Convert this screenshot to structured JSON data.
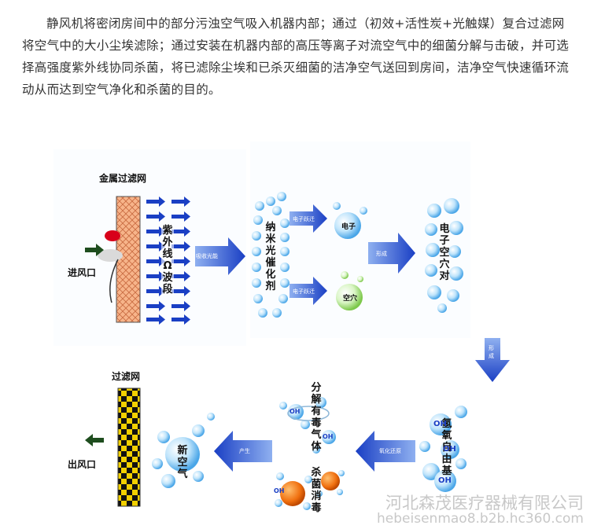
{
  "intro_text": "静风机将密闭房间中的部分污浊空气吸入机器内部；通过（初效+活性炭+光触媒）复合过滤网将空气中的大小尘埃滤除；通过安装在机器内部的高压等离子对流空气中的细菌分解与击破，并可选择高强度紫外线协同杀菌，将已滤除尘埃和已杀灭细菌的洁净空气送回到房间，洁净空气快速循环流动从而达到空气净化和杀菌的目的。",
  "diagram": {
    "metal_filter_label": "金属过滤网",
    "inlet_label": "进风口",
    "uv_label": "紫外线Ω波段",
    "absorb_light_label": "吸收光能",
    "nano_catalyst_label": "纳米光催化剂",
    "electron_jump_label_1": "电子跃迁",
    "electron_jump_label_2": "电子跃迁",
    "electron_label": "电子",
    "hole_label": "空穴",
    "form_label_1": "形成",
    "electron_hole_pair_label": "电子空穴对",
    "form_label_2": "形成",
    "hydroxyl_radical_label": "氢氧自由基",
    "oh_label": "OH",
    "redox_label": "氧化还原",
    "decompose_label": "分解有毒气体",
    "sterilize_label": "杀菌消毒",
    "produce_label": "产生",
    "fresh_air_label": "新空气",
    "filter_label": "过滤网",
    "outlet_label": "出风口"
  },
  "colors": {
    "arrow_blue": "#1a3fc4",
    "bubble_blue": "#4aa6e8",
    "filter_orange": "#f3a57a",
    "checker": "#e8c400"
  },
  "watermark": {
    "company": "河北森茂医疗器械有限公司",
    "url": "hebeisenmao8.b2b.hc360.com"
  }
}
